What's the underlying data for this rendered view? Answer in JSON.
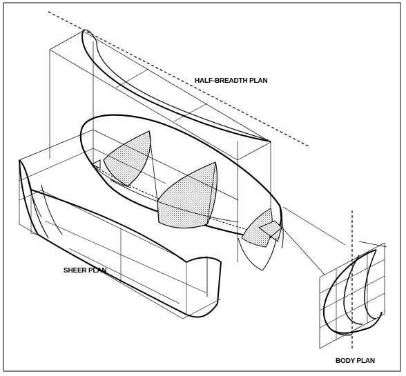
{
  "labels": {
    "half_breadth": "HALF-BREADTH PLAN",
    "sheer": "SHEER PLAN",
    "body": "BODY PLAN"
  },
  "colors": {
    "ink": "#000000",
    "paper": "#ffffff",
    "hatch": "#9a9a9a"
  }
}
